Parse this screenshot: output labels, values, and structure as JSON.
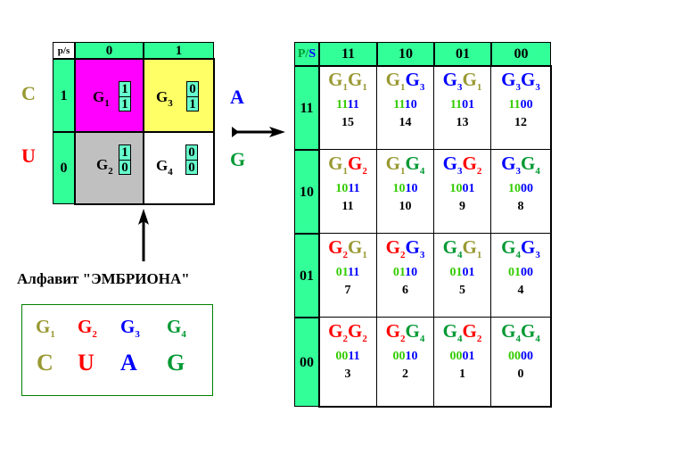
{
  "colors": {
    "c_color": "#999933",
    "u_color": "#ff0000",
    "a_color": "#0000ff",
    "g_color": "#009933",
    "header_green": "#33ff99",
    "cell_magenta": "#ff00ff",
    "cell_yellow": "#ffff66",
    "cell_gray": "#c0c0c0",
    "bits_cyan": "#66ffcc",
    "code_green": "#33cc00",
    "code_blue": "#0000ff"
  },
  "small_map": {
    "corner": "p/s",
    "col_headers": [
      "0",
      "1"
    ],
    "row_headers": [
      "1",
      "0"
    ],
    "side_left": [
      "C",
      "U"
    ],
    "side_right": [
      "A",
      "G"
    ],
    "cells": [
      {
        "g": "G",
        "sub": "1",
        "bits": [
          "1",
          "1"
        ]
      },
      {
        "g": "G",
        "sub": "3",
        "bits": [
          "0",
          "1"
        ]
      },
      {
        "g": "G",
        "sub": "2",
        "bits": [
          "1",
          "0"
        ]
      },
      {
        "g": "G",
        "sub": "4",
        "bits": [
          "0",
          "0"
        ]
      }
    ]
  },
  "alphabet": {
    "title": "Алфавит \"ЭМБРИОНА\"",
    "gs": [
      {
        "g": "G",
        "sub": "1"
      },
      {
        "g": "G",
        "sub": "2"
      },
      {
        "g": "G",
        "sub": "3"
      },
      {
        "g": "G",
        "sub": "4"
      }
    ],
    "letters": [
      "C",
      "U",
      "A",
      "G"
    ]
  },
  "big_table": {
    "corner_p": "P/",
    "corner_s": "S",
    "col_headers": [
      "11",
      "10",
      "01",
      "00"
    ],
    "row_headers": [
      "11",
      "10",
      "01",
      "00"
    ],
    "rows": [
      [
        {
          "a": "1",
          "b": "1",
          "code": [
            "11",
            "11"
          ],
          "num": "15"
        },
        {
          "a": "1",
          "b": "3",
          "code": [
            "11",
            "10"
          ],
          "num": "14"
        },
        {
          "a": "3",
          "b": "1",
          "code": [
            "11",
            "01"
          ],
          "num": "13"
        },
        {
          "a": "3",
          "b": "3",
          "code": [
            "11",
            "00"
          ],
          "num": "12"
        }
      ],
      [
        {
          "a": "1",
          "b": "2",
          "code": [
            "10",
            "11"
          ],
          "num": "11"
        },
        {
          "a": "1",
          "b": "4",
          "code": [
            "10",
            "10"
          ],
          "num": "10"
        },
        {
          "a": "3",
          "b": "2",
          "code": [
            "10",
            "01"
          ],
          "num": "9"
        },
        {
          "a": "3",
          "b": "4",
          "code": [
            "10",
            "00"
          ],
          "num": "8"
        }
      ],
      [
        {
          "a": "2",
          "b": "1",
          "code": [
            "01",
            "11"
          ],
          "num": "7"
        },
        {
          "a": "2",
          "b": "3",
          "code": [
            "01",
            "10"
          ],
          "num": "6"
        },
        {
          "a": "4",
          "b": "1",
          "code": [
            "01",
            "01"
          ],
          "num": "5"
        },
        {
          "a": "4",
          "b": "3",
          "code": [
            "01",
            "00"
          ],
          "num": "4"
        }
      ],
      [
        {
          "a": "2",
          "b": "2",
          "code": [
            "00",
            "11"
          ],
          "num": "3"
        },
        {
          "a": "2",
          "b": "4",
          "code": [
            "00",
            "10"
          ],
          "num": "2"
        },
        {
          "a": "4",
          "b": "2",
          "code": [
            "00",
            "01"
          ],
          "num": "1"
        },
        {
          "a": "4",
          "b": "4",
          "code": [
            "00",
            "00"
          ],
          "num": "0"
        }
      ]
    ]
  }
}
